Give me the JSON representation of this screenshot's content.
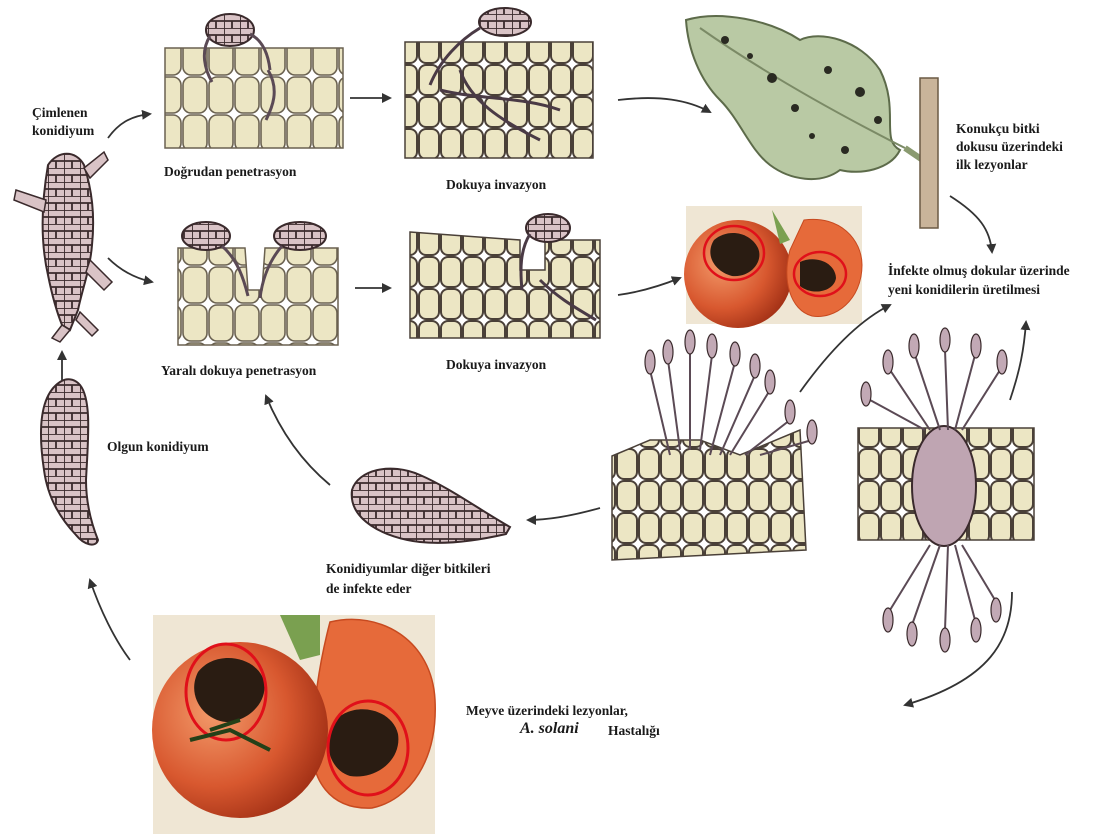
{
  "labels": {
    "germinated_conidium_1": "Çimlenen",
    "germinated_conidium_2": "konidiyum",
    "direct_penetration": "Doğrudan penetrasyon",
    "tissue_invasion_top": "Dokuya invazyon",
    "host_lesions_1": "Konukçu bitki",
    "host_lesions_2": "dokusu üzerindeki",
    "host_lesions_3": "ilk lezyonlar",
    "new_conidia_1": "İnfekte olmuş dokular üzerinde",
    "new_conidia_2": "yeni konidilerin üretilmesi",
    "wound_penetration": "Yaralı dokuya penetrasyon",
    "tissue_invasion_bottom": "Dokuya invazyon",
    "mature_conidium": "Olgun konidiyum",
    "infect_others_1": "Konidiyumlar diğer bitkileri",
    "infect_others_2": "de infekte eder",
    "fruit_lesions": "Meyve üzerindeki lezyonlar,",
    "species": "A. solani",
    "disease": "Hastalığı"
  },
  "colors": {
    "cell_fill": "#ece6c4",
    "cell_stroke": "#6a6150",
    "conidium_fill": "#d9c3c6",
    "hyphae": "#5b4a55",
    "leaf": "#b9c9a4",
    "tomato": "#d8582f",
    "lesion": "#2a1c12",
    "highlight_circle": "#e0101a"
  }
}
